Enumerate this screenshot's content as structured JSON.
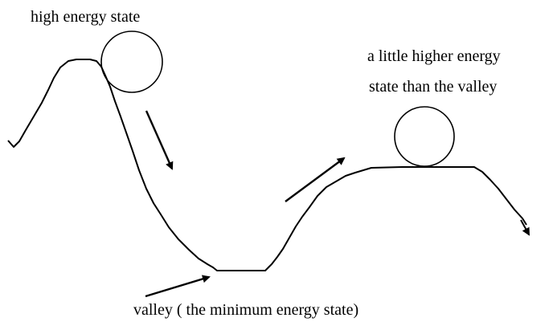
{
  "labels": {
    "high_energy": "high energy state",
    "little_higher_line1": "a little higher energy",
    "little_higher_line2": "state than the valley",
    "valley": "valley ( the minimum energy state)"
  },
  "colors": {
    "stroke": "#000000",
    "background": "#ffffff"
  }
}
